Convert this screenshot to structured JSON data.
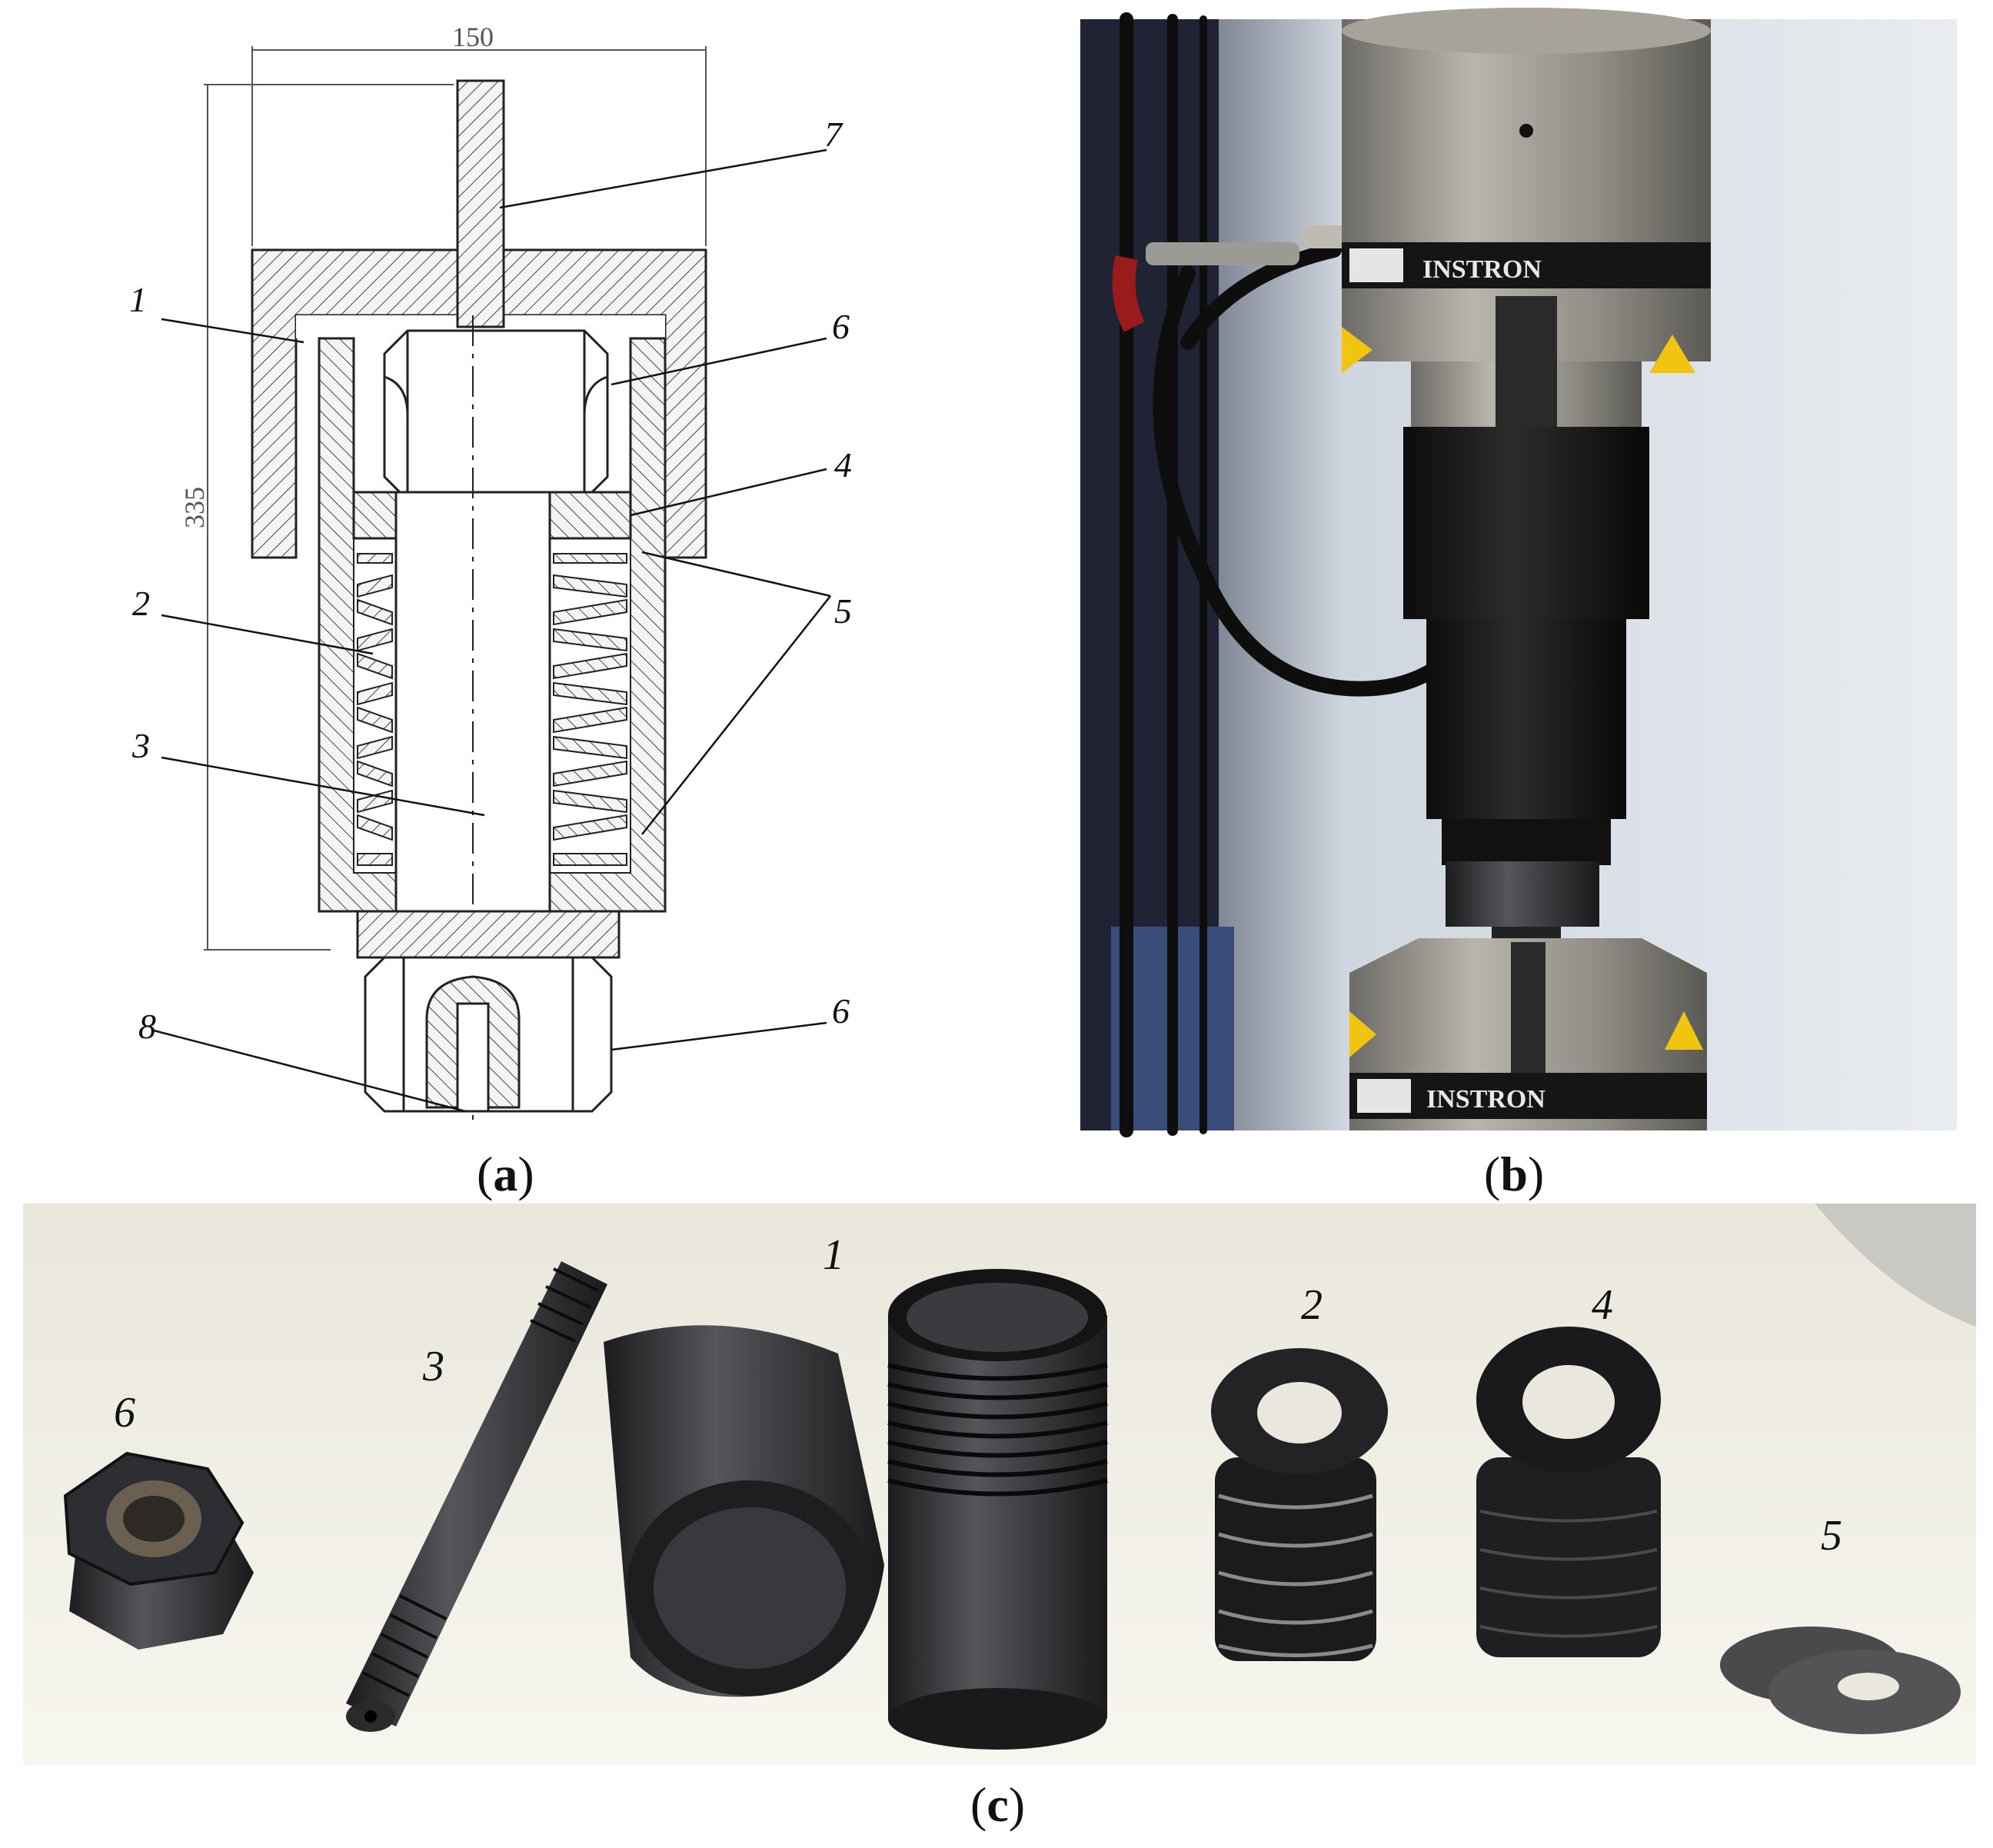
{
  "panel_a": {
    "dim_width": "150",
    "dim_height": "335",
    "callouts": [
      "1",
      "2",
      "3",
      "4",
      "5",
      "6",
      "6",
      "7",
      "8"
    ]
  },
  "panel_b": {
    "brand_top": "INSTRON",
    "brand_bottom": "INSTRON"
  },
  "panel_c": {
    "part_labels": [
      "6",
      "3",
      "1",
      "2",
      "4",
      "5"
    ]
  },
  "captions": {
    "a": {
      "open": "(",
      "letter": "a",
      "close": ")"
    },
    "b": {
      "open": "(",
      "letter": "b",
      "close": ")"
    },
    "c": {
      "open": "(",
      "letter": "c",
      "close": ")"
    }
  }
}
